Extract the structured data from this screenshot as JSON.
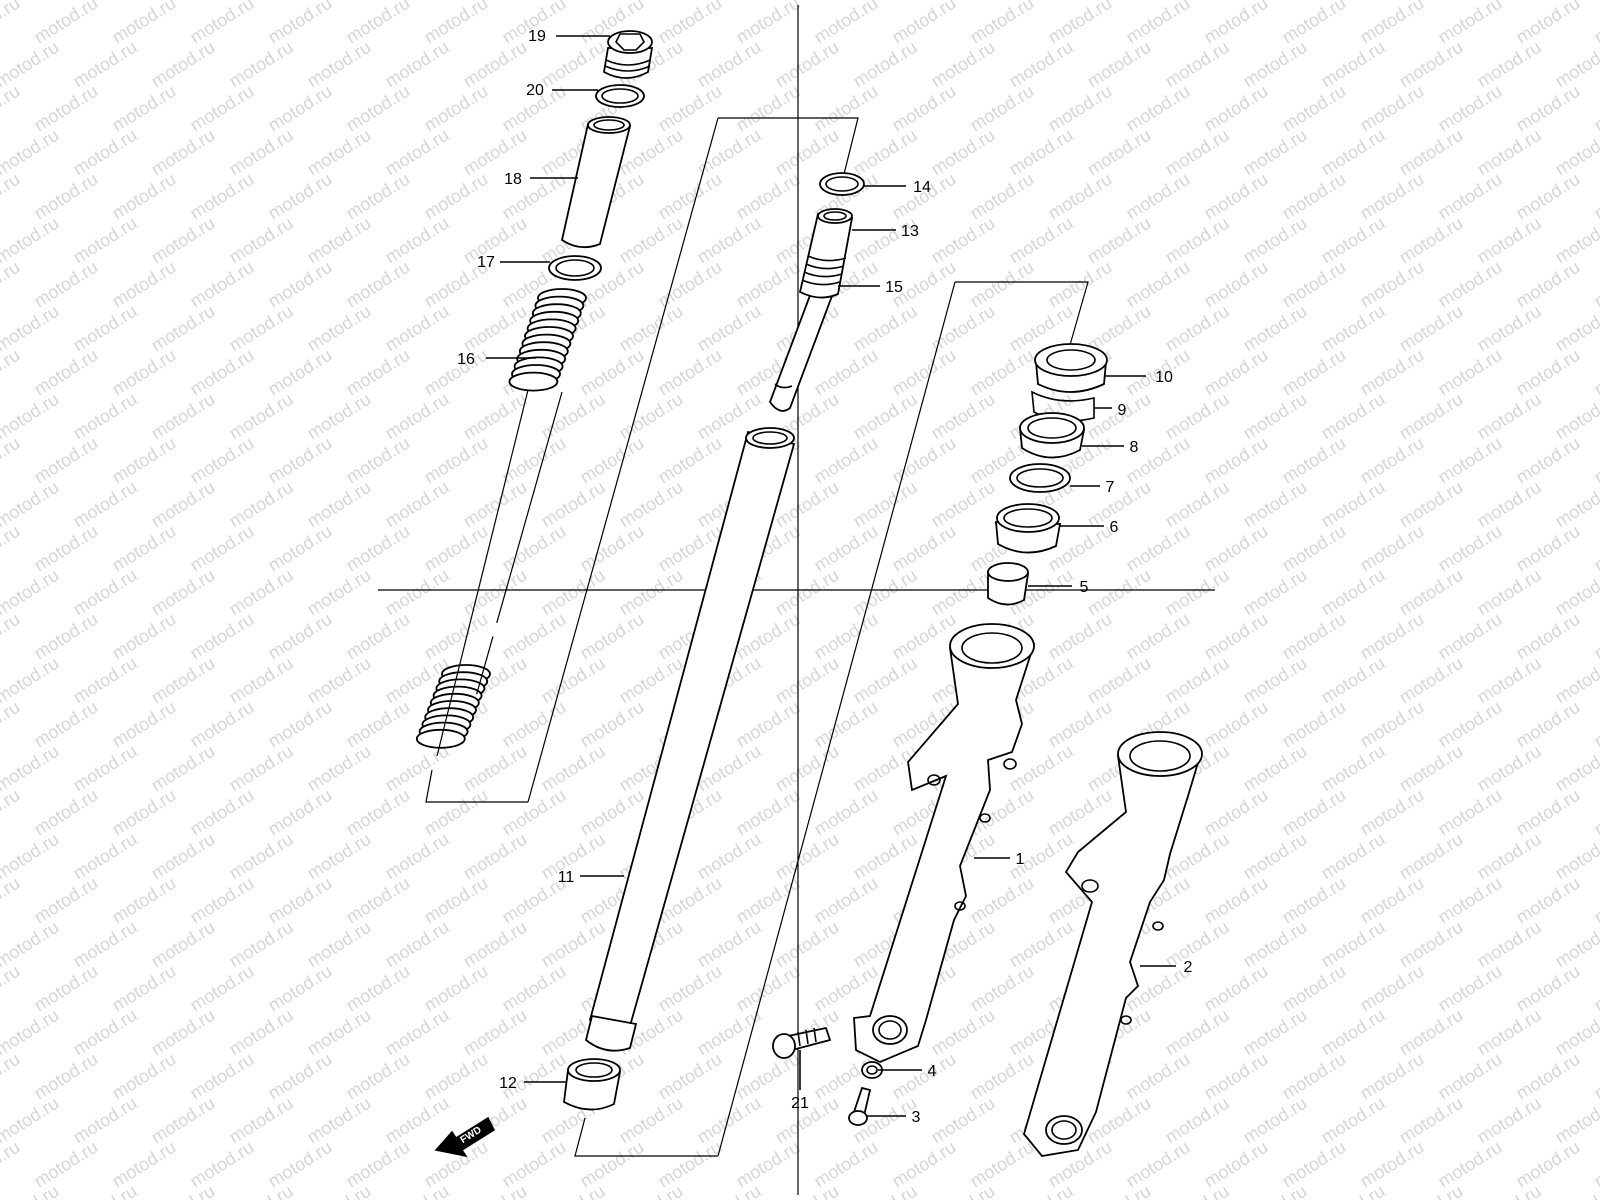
{
  "watermark": {
    "text": "motod.ru",
    "color": "#d6d6d6"
  },
  "fwd_badge": {
    "label": "FWD"
  },
  "callouts": [
    {
      "id": "1",
      "label": "1"
    },
    {
      "id": "2",
      "label": "2"
    },
    {
      "id": "3",
      "label": "3"
    },
    {
      "id": "4",
      "label": "4"
    },
    {
      "id": "5",
      "label": "5"
    },
    {
      "id": "6",
      "label": "6"
    },
    {
      "id": "7",
      "label": "7"
    },
    {
      "id": "8",
      "label": "8"
    },
    {
      "id": "9",
      "label": "9"
    },
    {
      "id": "10",
      "label": "10"
    },
    {
      "id": "11",
      "label": "11"
    },
    {
      "id": "12",
      "label": "12"
    },
    {
      "id": "13",
      "label": "13"
    },
    {
      "id": "14",
      "label": "14"
    },
    {
      "id": "15",
      "label": "15"
    },
    {
      "id": "16",
      "label": "16"
    },
    {
      "id": "17",
      "label": "17"
    },
    {
      "id": "18",
      "label": "18"
    },
    {
      "id": "19",
      "label": "19"
    },
    {
      "id": "20",
      "label": "20"
    },
    {
      "id": "21",
      "label": "21"
    }
  ]
}
